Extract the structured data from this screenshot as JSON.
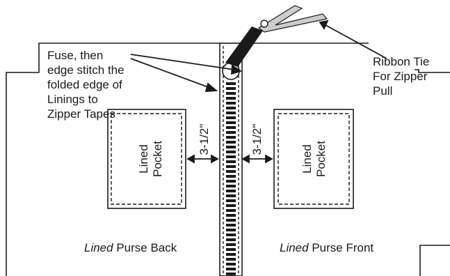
{
  "labels": {
    "fuse_note": "Fuse, then edge stitch the folded edge of Linings to Zipper Tapes",
    "ribbon_note": "Ribbon Tie For Zipper Pull",
    "back_italic": "Lined",
    "back_rest": " Purse Back",
    "front_italic": "Lined",
    "front_rest": " Purse Front",
    "pocket_left": "Lined Pocket",
    "pocket_right": "Lined Pocket",
    "measure_left": "3-1/2\"",
    "measure_right": "3-1/2\""
  },
  "colors": {
    "line": "#1a1a1a",
    "background": "#ffffff"
  }
}
